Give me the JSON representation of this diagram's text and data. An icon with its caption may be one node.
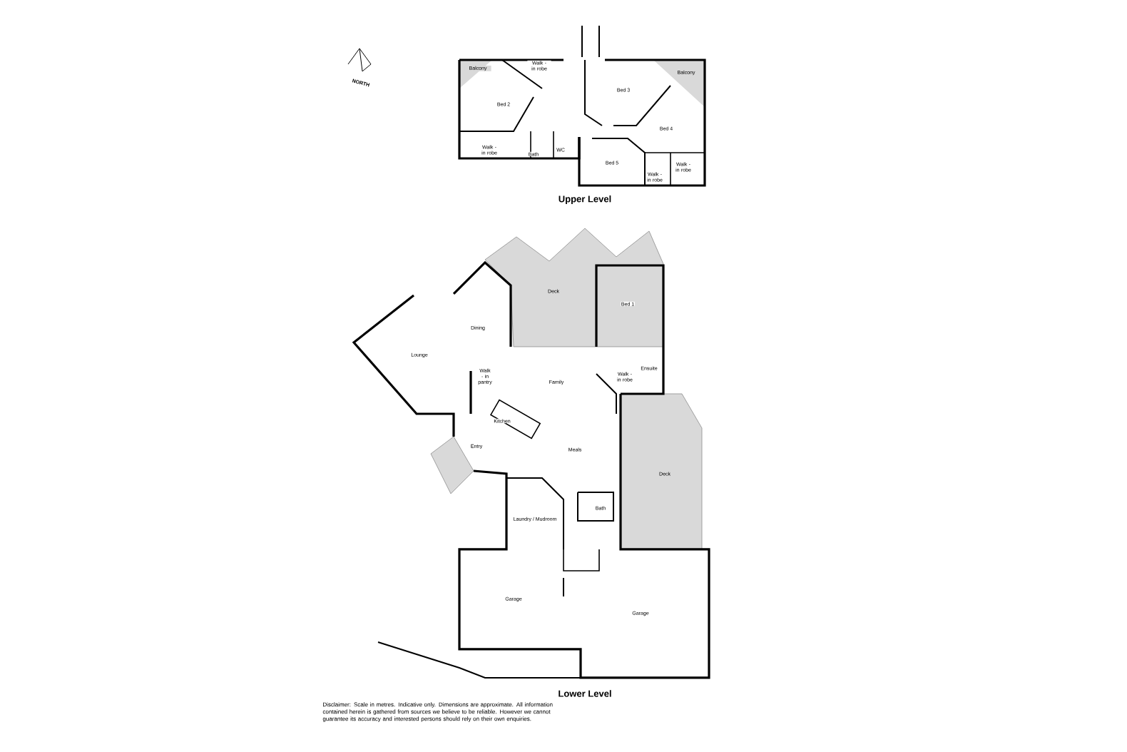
{
  "diagram": {
    "labels": [
      "NORTH",
      "Balcony",
      "Walk - in robe",
      "Bed 2",
      "Bed 3",
      "Balcony",
      "Bed 4",
      "Walk - in robe",
      "Bath",
      "WC",
      "Bed 5",
      "Walk - in robe",
      "Walk - in robe",
      "Upper Level",
      "Deck",
      "Bed 1",
      "Dining",
      "Lounge",
      "Walk - in pantry",
      "Family",
      "Walk - in robe",
      "Ensuite",
      "Kitchen",
      "Entry",
      "Meals",
      "Deck",
      "Laundry / Mudroom",
      "Bath",
      "Garage",
      "Garage",
      "Lower Level",
      "Disclaimer: Scale in metres. Indicative only. Dimensions are approximate. All information contained herein is gathered from sources we believe to be reliable. However we cannot guarantee its accuracy and interested persons should rely on their own enquiries."
    ]
  }
}
